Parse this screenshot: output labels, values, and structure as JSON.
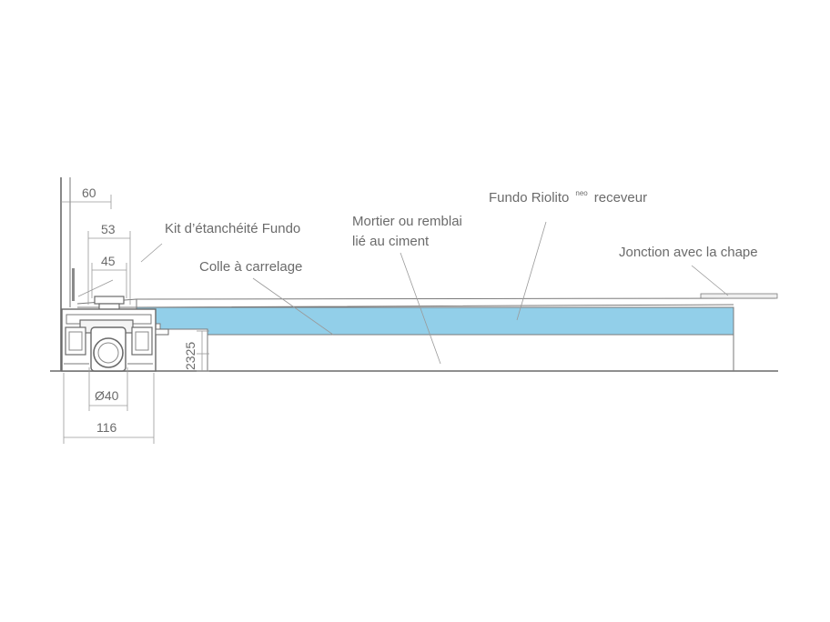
{
  "labels": {
    "kit": "Kit d’étanchéité Fundo",
    "colle": "Colle à carrelage",
    "mortier_line1": "Mortier ou remblai",
    "mortier_line2": "lié au ciment",
    "fundo_main": "Fundo Riolito",
    "fundo_sup": "neo",
    "fundo_end": "receveur",
    "jonction": "Jonction avec la chape"
  },
  "dimensions": {
    "d60": "60",
    "d53": "53",
    "d45": "45",
    "d40": "Ø40",
    "d116": "116",
    "d2325": "2325"
  },
  "colors": {
    "receiver_fill": "#92cfe9",
    "line": "#7a7a7a",
    "text": "#6b6b6b"
  }
}
